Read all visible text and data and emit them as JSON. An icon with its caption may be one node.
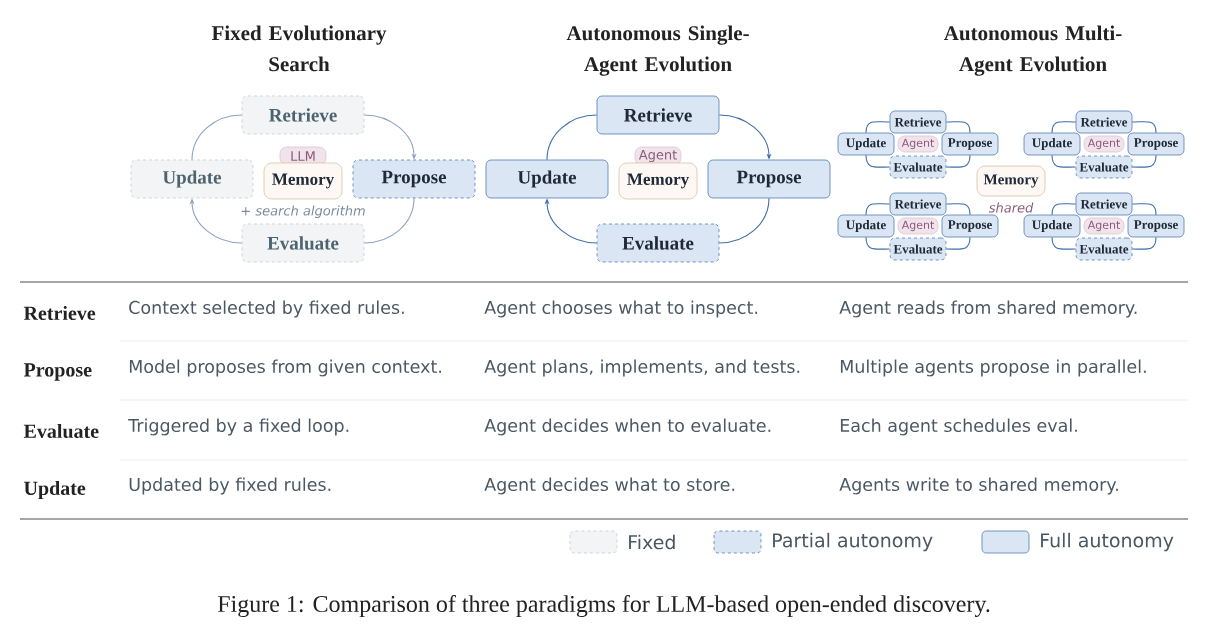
{
  "diagram": {
    "caption": "Figure 1: Comparison of three paradigms for LLM-based open-ended discovery.",
    "nodes": [
      {
        "text": [
          "Retrieve"
        ]
      },
      {
        "text": [
          "Update"
        ]
      },
      {
        "text": [
          "LLM"
        ]
      },
      {
        "text": [
          "Memory"
        ],
        "beside": [
          "+ search algorithm"
        ]
      },
      {
        "text": [
          "Propose"
        ]
      },
      {
        "text": [
          "Evaluate"
        ]
      },
      {
        "text": [
          "Retrieve"
        ]
      },
      {
        "text": [
          "Update"
        ]
      },
      {
        "text": [
          "Agent"
        ]
      },
      {
        "text": [
          "Memory"
        ]
      },
      {
        "text": [
          "Propose"
        ]
      },
      {
        "text": [
          "Evaluate"
        ]
      },
      {
        "text": [
          "Retrieve"
        ]
      },
      {
        "text": [
          "Update"
        ]
      },
      {
        "text": [
          "Agent"
        ]
      },
      {
        "text": [
          "Propose"
        ]
      },
      {
        "text": [
          "Evaluate"
        ]
      },
      {
        "text": [
          "Retrieve"
        ]
      },
      {
        "text": [
          "Update"
        ]
      },
      {
        "text": [
          "Agent"
        ]
      },
      {
        "text": [
          "Propose"
        ]
      },
      {
        "text": [
          "Evaluate"
        ]
      },
      {
        "text": [
          "Memory"
        ],
        "beside": [
          "shared"
        ]
      },
      {
        "text": [
          "Retrieve"
        ]
      },
      {
        "text": [
          "Update"
        ]
      },
      {
        "text": [
          "Agent"
        ]
      },
      {
        "text": [
          "Propose"
        ]
      },
      {
        "text": [
          "Evaluate"
        ]
      },
      {
        "text": [
          "Retrieve"
        ]
      },
      {
        "text": [
          "Update"
        ]
      },
      {
        "text": [
          "Agent"
        ]
      },
      {
        "text": [
          "Propose"
        ]
      },
      {
        "text": [
          "Evaluate"
        ]
      }
    ],
    "edges": [
      {
        "from": 1,
        "to": 0,
        "arrow": "none",
        "color": "#8fa2bf"
      },
      {
        "from": 0,
        "to": 4,
        "arrow": "to",
        "color": "#8fa2bf"
      },
      {
        "from": 4,
        "to": 5,
        "arrow": "none",
        "color": "#8fa2bf"
      },
      {
        "from": 5,
        "to": 1,
        "arrow": "to",
        "color": "#8fa2bf"
      },
      {
        "from": 7,
        "to": 6,
        "arrow": "none"
      },
      {
        "from": 6,
        "to": 10,
        "arrow": "to"
      },
      {
        "from": 10,
        "to": 11,
        "arrow": "none"
      },
      {
        "from": 11,
        "to": 7,
        "arrow": "to"
      },
      {
        "from": 13,
        "to": 12,
        "arrow": "none"
      },
      {
        "from": 12,
        "to": 15,
        "arrow": "none"
      },
      {
        "from": 15,
        "to": 16,
        "arrow": "none"
      },
      {
        "from": 16,
        "to": 13,
        "arrow": "none"
      },
      {
        "from": 18,
        "to": 17,
        "arrow": "none"
      },
      {
        "from": 17,
        "to": 20,
        "arrow": "none"
      },
      {
        "from": 20,
        "to": 21,
        "arrow": "none"
      },
      {
        "from": 21,
        "to": 18,
        "arrow": "none"
      },
      {
        "from": 24,
        "to": 23,
        "arrow": "none"
      },
      {
        "from": 23,
        "to": 26,
        "arrow": "none"
      },
      {
        "from": 26,
        "to": 27,
        "arrow": "none"
      },
      {
        "from": 27,
        "to": 24,
        "arrow": "none"
      },
      {
        "from": 29,
        "to": 28,
        "arrow": "none"
      },
      {
        "from": 28,
        "to": 31,
        "arrow": "none"
      },
      {
        "from": 31,
        "to": 32,
        "arrow": "none"
      },
      {
        "from": 32,
        "to": 29,
        "arrow": "none"
      }
    ],
    "labels": [
      "Fixed Evolutionary Search",
      "Autonomous Single-Agent Evolution",
      "Autonomous Multi-Agent Evolution",
      "Retrieve",
      "Context selected by fixed rules.",
      "Agent chooses what to inspect.",
      "Agent reads from shared memory.",
      "Propose",
      "Model proposes from given context.",
      "Agent plans, implements, and tests.",
      "Multiple agents propose in parallel.",
      "Evaluate",
      "Triggered by a fixed loop.",
      "Agent decides when to evaluate.",
      "Each agent schedules eval.",
      "Update",
      "Updated by fixed rules.",
      "Agent decides what to store.",
      "Agents write to shared memory."
    ],
    "legend": [
      {
        "text": "Fixed",
        "color": "#f3f4f6"
      },
      {
        "text": "Partial autonomy",
        "color": "#dbe6f4"
      },
      {
        "text": "Full autonomy",
        "color": "#dbe6f4"
      }
    ]
  }
}
